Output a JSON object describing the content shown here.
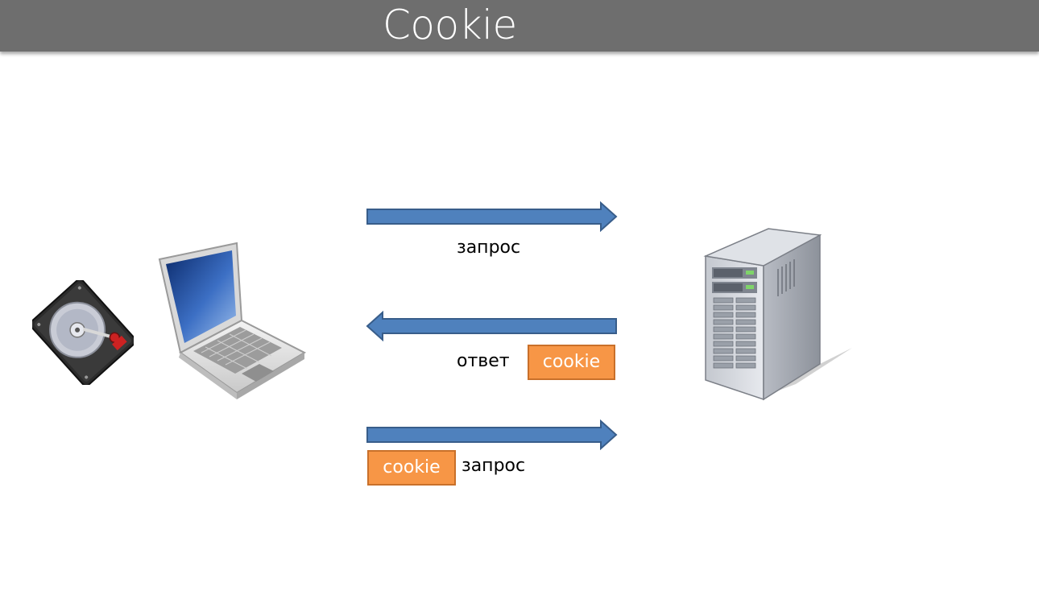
{
  "slide": {
    "title": "Cookie"
  },
  "flows": [
    {
      "direction": "to-server",
      "label": "запрос"
    },
    {
      "direction": "to-client",
      "label": "ответ",
      "badge": "cookie"
    },
    {
      "direction": "to-server",
      "label": "запрос",
      "badge": "cookie"
    }
  ],
  "colors": {
    "title_bar": "#6e6e6e",
    "arrow_fill": "#4f81bd",
    "arrow_stroke": "#385d8a",
    "cookie_badge": "#f79646"
  },
  "icons": [
    "hard-disk-icon",
    "laptop-icon",
    "server-icon"
  ]
}
